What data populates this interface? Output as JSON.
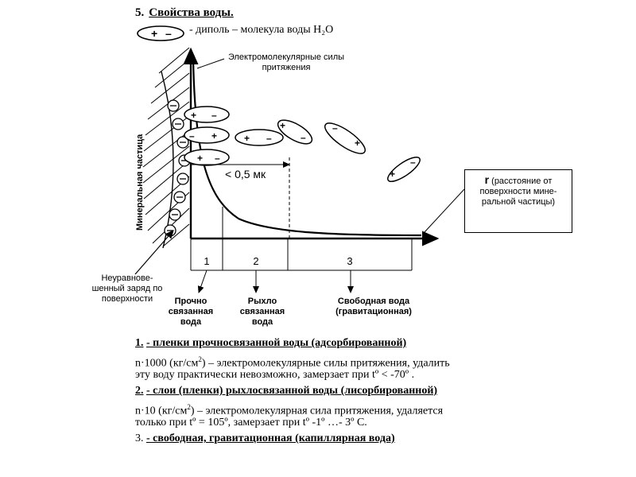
{
  "header": {
    "number": "5.",
    "title": "Свойства воды."
  },
  "legend": {
    "text": "- диполь – молекула воды H₂O",
    "plus": "+",
    "minus": "–"
  },
  "diagram": {
    "electromolecular_label": "Электромолекулярные силы притяжения",
    "mineral_label": "Минеральная частица",
    "distance_label": "< 0,5 мк",
    "r_symbol": "r",
    "r_description": "(расстояние от поверхности мине-ральной частицы)",
    "uneven_charge": "Неуравнове-шенный заряд по поверхности",
    "zones": [
      {
        "num": "1",
        "label": "Прочно связанная вода"
      },
      {
        "num": "2",
        "label": "Рыхло связанная вода"
      },
      {
        "num": "3",
        "label": "Свободная вода (гравитационная)"
      }
    ]
  },
  "notes": {
    "item1_num": "1.",
    "item1_title": "- пленки прочносвязанной воды (адсорбированной)",
    "item1_line1_a": "n·1000 (кг/см",
    "item1_line1_sup": "2",
    "item1_line1_b": ") – электромолекулярные силы притяжения, удалить",
    "item1_line2": "эту воду практически невозможно, замерзает при tº < -70º .",
    "item2_num": "2.",
    "item2_title": "- слои (пленки) рыхлосвязанной воды (лисорбированной)",
    "item2_line1_a": "n·10 (кг/см",
    "item2_line1_sup": "2",
    "item2_line1_b": ") – электромолекулярная сила притяжения, удаляется",
    "item2_line2": "только при tº = 105º, замерзает при tº  -1º …- 3º С.",
    "item3_num": "3.",
    "item3_title": "- свободная, гравитационная (капиллярная вода)"
  }
}
